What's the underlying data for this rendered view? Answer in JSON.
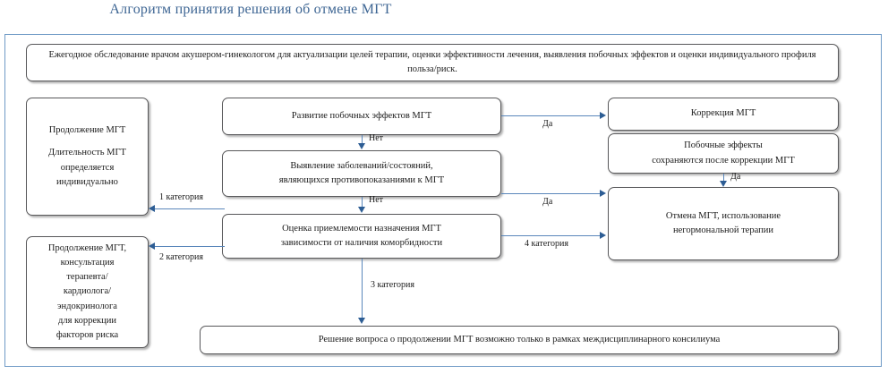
{
  "title": "Алгоритм принятия решения об отмене МГТ",
  "colors": {
    "title": "#3d6593",
    "frame_border": "#6f9ac6",
    "box_border": "#58585a",
    "connector": "#5a87bb",
    "arrow_head": "#2d5d94",
    "background": "#ffffff"
  },
  "nodes": {
    "annual_exam": "Ежегодное обследование врачом акушером-гинекологом для актуализации целей терапии, оценки эффективности лечения, выявления побочных эффектов и оценки индивидуального профиля польза/риск.",
    "continue_mht_line1": "Продолжение МГТ",
    "continue_mht_line2": "Длительность МГТ",
    "continue_mht_line3": "определяется",
    "continue_mht_line4": "индивидуально",
    "side_effects": "Развитие побочных эффектов МГТ",
    "contraindications_line1": "Выявление заболеваний/состояний,",
    "contraindications_line2": "являющихся противопоказаниями к МГТ",
    "acceptability_line1": "Оценка приемлемости назначения МГТ",
    "acceptability_line2": "зависимости от наличия коморбидности",
    "correction": "Коррекция МГТ",
    "persist_line1": "Побочные эффекты",
    "persist_line2": "сохраняются после коррекции МГТ",
    "cancel_line1": "Отмена МГТ, использование",
    "cancel_line2": "негормональной терапии",
    "consult_line1": "Продолжение МГТ,",
    "consult_line2": "консультация",
    "consult_line3": "терапевта/",
    "consult_line4": "кардиолога/",
    "consult_line5": "эндокринолога",
    "consult_line6": "для коррекции",
    "consult_line7": "факторов риска",
    "consilium": "Решение вопроса о продолжении МГТ возможно только в рамках междисциплинарного консилиума"
  },
  "edge_labels": {
    "no_1": "Нет",
    "no_2": "Нет",
    "yes_1": "Да",
    "yes_2": "Да",
    "yes_3": "Да",
    "cat_1": "1 категория",
    "cat_2": "2 категория",
    "cat_3": "3 категория",
    "cat_4": "4 категория"
  }
}
